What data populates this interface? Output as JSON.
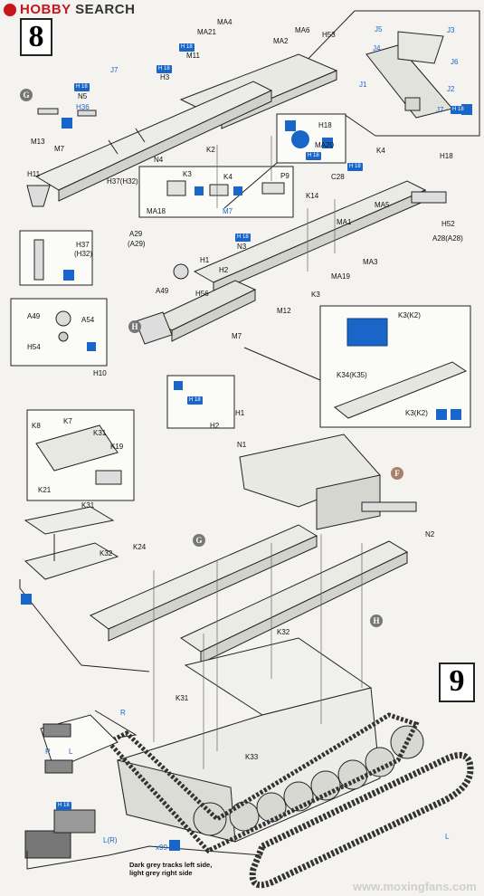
{
  "site": {
    "logo": "HOBBY",
    "logo_rest": "SEARCH"
  },
  "steps": {
    "step8": "8",
    "step9": "9"
  },
  "colors": {
    "accent_blue": "#1a66c8",
    "red": "#c6161d"
  },
  "circle_letters": {
    "g": "G",
    "h": "H",
    "f": "F"
  },
  "sprue_chip": "H 18",
  "labels": {
    "ma4": "MA4",
    "ma21": "MA21",
    "ma6": "MA6",
    "ma2": "MA2",
    "h53": "H53",
    "m11": "M11",
    "j7": "J7",
    "h3": "H3",
    "j5": "J5",
    "j3": "J3",
    "j4": "J4",
    "j6": "J6",
    "j1": "J1",
    "j2": "J2",
    "j7b": "J7",
    "n5": "N5",
    "h36": "H36",
    "m13": "M13",
    "m7": "M7",
    "k2": "K2",
    "h18a": "H18",
    "ma20": "MA20",
    "k4": "K4",
    "h18b": "H18",
    "n4": "N4",
    "h11": "H11",
    "h37h32": "H37(H32)",
    "k3": "K3",
    "k4b": "K4",
    "p9": "P9",
    "c28": "C28",
    "ma18": "MA18",
    "m7b": "M7",
    "k14": "K14",
    "h52": "H52",
    "a29": "A29",
    "a29b": "(A29)",
    "ma5": "MA5",
    "ma1": "MA1",
    "h37": "H37",
    "h32": "(H32)",
    "n3": "N3",
    "ma3": "MA3",
    "a28": "A28(A28)",
    "h1": "H1",
    "h2": "H2",
    "ma19": "MA19",
    "a49": "A49",
    "h56": "H56",
    "k3b": "K3",
    "m12": "M12",
    "a49b": "A49",
    "a54": "A54",
    "h54": "H54",
    "m7c": "M7",
    "k3k2": "K3(K2)",
    "h10": "H10",
    "k34": "K34(K35)",
    "k3k2b": "K3(K2)",
    "h1b": "H1",
    "h2b": "H2",
    "n1": "N1",
    "k8": "K8",
    "k7": "K7",
    "k31": "K31",
    "k19": "K19",
    "k21": "K21",
    "k31b": "K31",
    "k32": "K32",
    "n2": "N2",
    "k24": "K24",
    "k32b": "K32",
    "k31c": "K31",
    "k33": "K33",
    "r": "R",
    "r2": "R",
    "l": "L",
    "lr": "L(R)",
    "x99": "x99",
    "l2": "L"
  },
  "note_text": {
    "line1": "Dark grey tracks left side,",
    "line2": "light grey right side"
  },
  "watermark": "www.moxingfans.com"
}
